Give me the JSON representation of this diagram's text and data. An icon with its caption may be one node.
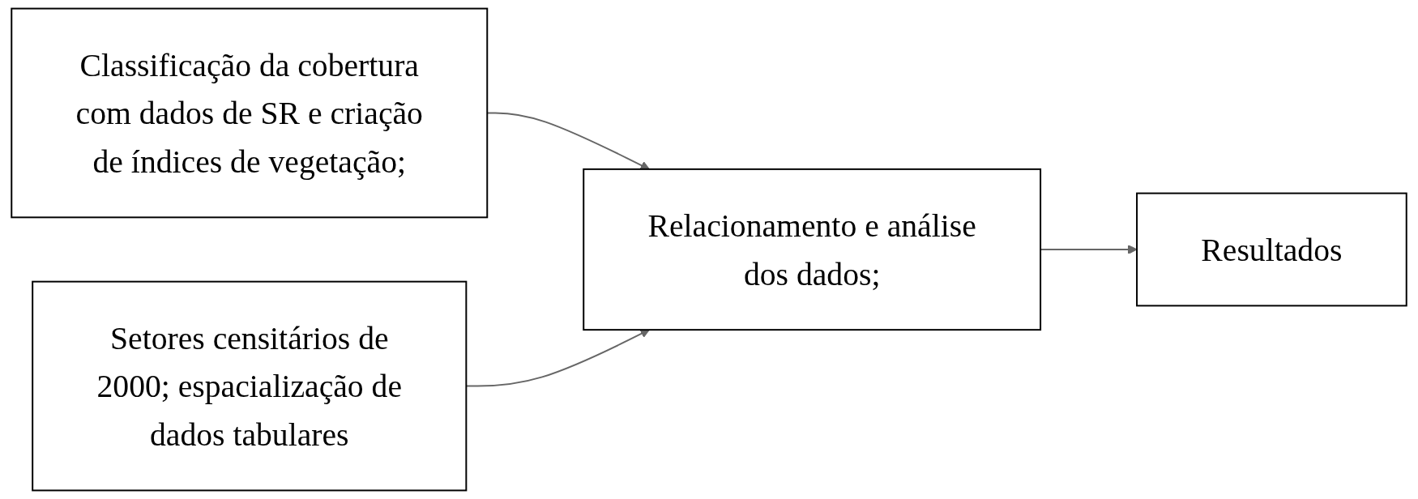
{
  "diagram": {
    "nodes": [
      {
        "text": [
          "Classificação da cobertura com dados de SR e criação de índices de vegetação;"
        ]
      },
      {
        "text": [
          "Setores censitários de 2000; espacialização de dados tabulares"
        ]
      },
      {
        "text": [
          "Relacionamento e análise dos dados;"
        ]
      },
      {
        "text": [
          "Resultados"
        ]
      }
    ],
    "edges": [
      {
        "from": 0,
        "to": 2,
        "arrow": "to"
      },
      {
        "from": 1,
        "to": 2,
        "arrow": "to"
      },
      {
        "from": 2,
        "to": 3,
        "arrow": "to"
      }
    ]
  }
}
